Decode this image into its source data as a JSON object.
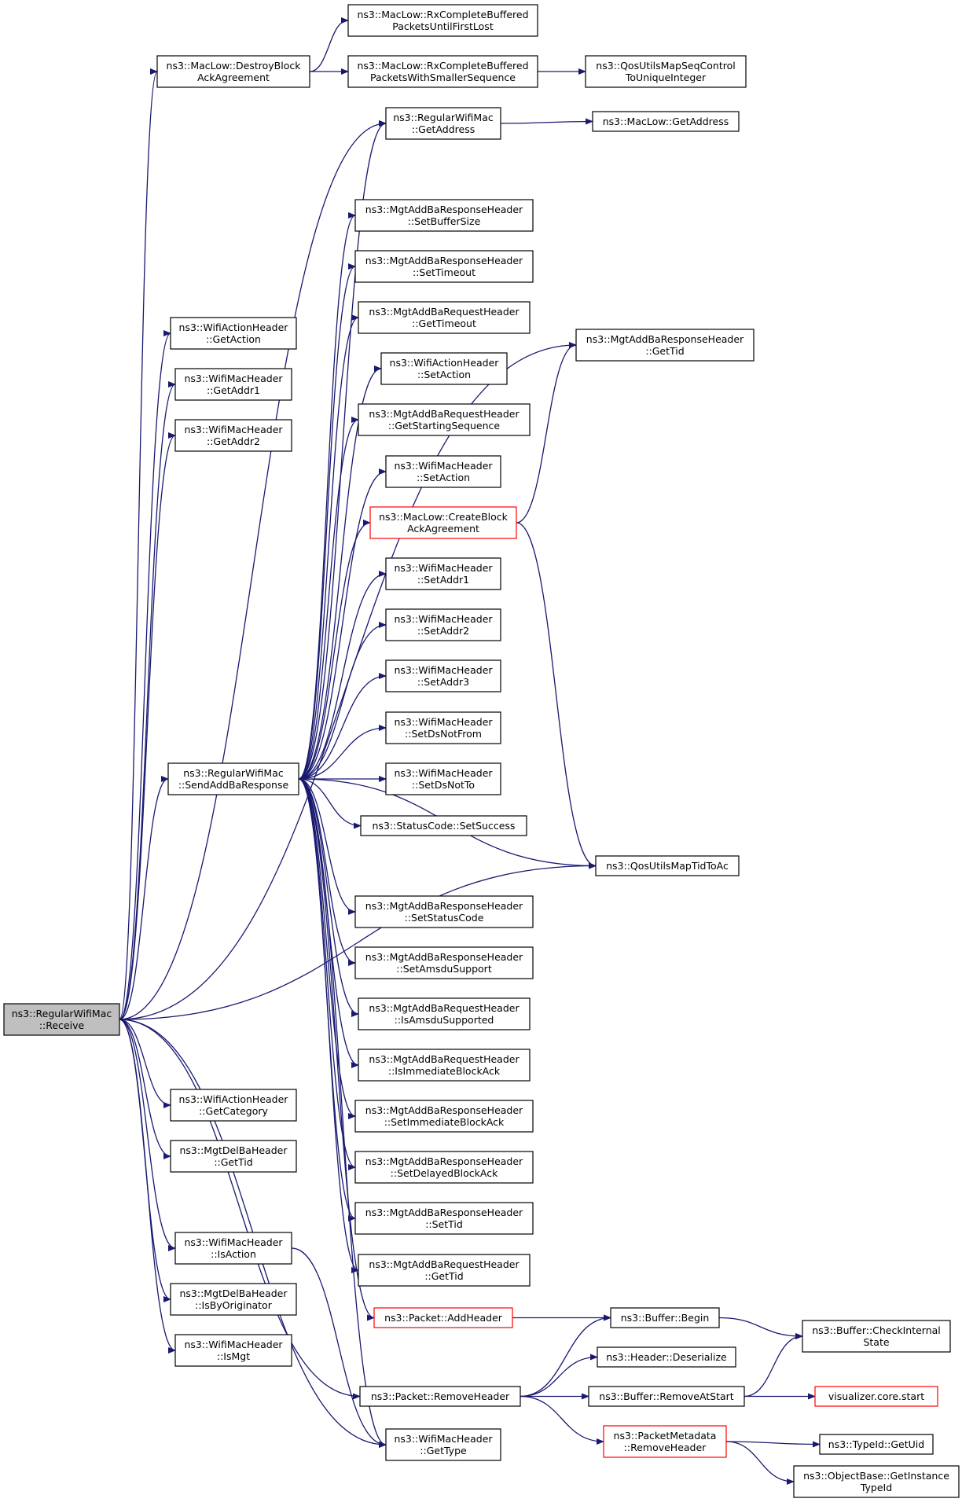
{
  "nodes": [
    {
      "id": "receive",
      "lines": [
        "ns3::RegularWifiMac",
        "::Receive"
      ],
      "style": "root"
    },
    {
      "id": "destroy",
      "lines": [
        "ns3::MacLow::DestroyBlock",
        "AckAgreement"
      ],
      "style": "normal"
    },
    {
      "id": "rxFirstLost",
      "lines": [
        "ns3::MacLow::RxCompleteBuffered",
        "PacketsUntilFirstLost"
      ],
      "style": "normal"
    },
    {
      "id": "rxSmaller",
      "lines": [
        "ns3::MacLow::RxCompleteBuffered",
        "PacketsWithSmallerSequence"
      ],
      "style": "normal"
    },
    {
      "id": "qosSeq",
      "lines": [
        "ns3::QosUtilsMapSeqControl",
        "ToUniqueInteger"
      ],
      "style": "normal"
    },
    {
      "id": "rwmGetAddress",
      "lines": [
        "ns3::RegularWifiMac",
        "::GetAddress"
      ],
      "style": "normal"
    },
    {
      "id": "macLowGetAddress",
      "lines": [
        "ns3::MacLow::GetAddress"
      ],
      "style": "normal"
    },
    {
      "id": "setBufferSize",
      "lines": [
        "ns3::MgtAddBaResponseHeader",
        "::SetBufferSize"
      ],
      "style": "normal"
    },
    {
      "id": "setTimeout",
      "lines": [
        "ns3::MgtAddBaResponseHeader",
        "::SetTimeout"
      ],
      "style": "normal"
    },
    {
      "id": "reqGetTimeout",
      "lines": [
        "ns3::MgtAddBaRequestHeader",
        "::GetTimeout"
      ],
      "style": "normal"
    },
    {
      "id": "respGetTid",
      "lines": [
        "ns3::MgtAddBaResponseHeader",
        "::GetTid"
      ],
      "style": "normal"
    },
    {
      "id": "wahGetAction",
      "lines": [
        "ns3::WifiActionHeader",
        "::GetAction"
      ],
      "style": "normal"
    },
    {
      "id": "wahSetAction",
      "lines": [
        "ns3::WifiActionHeader",
        "::SetAction"
      ],
      "style": "normal"
    },
    {
      "id": "getAddr1",
      "lines": [
        "ns3::WifiMacHeader",
        "::GetAddr1"
      ],
      "style": "normal"
    },
    {
      "id": "getStartSeq",
      "lines": [
        "ns3::MgtAddBaRequestHeader",
        "::GetStartingSequence"
      ],
      "style": "normal"
    },
    {
      "id": "getAddr2",
      "lines": [
        "ns3::WifiMacHeader",
        "::GetAddr2"
      ],
      "style": "normal"
    },
    {
      "id": "wmhSetAction",
      "lines": [
        "ns3::WifiMacHeader",
        "::SetAction"
      ],
      "style": "normal"
    },
    {
      "id": "createBlock",
      "lines": [
        "ns3::MacLow::CreateBlock",
        "AckAgreement"
      ],
      "style": "red"
    },
    {
      "id": "setAddr1",
      "lines": [
        "ns3::WifiMacHeader",
        "::SetAddr1"
      ],
      "style": "normal"
    },
    {
      "id": "setAddr2",
      "lines": [
        "ns3::WifiMacHeader",
        "::SetAddr2"
      ],
      "style": "normal"
    },
    {
      "id": "setAddr3",
      "lines": [
        "ns3::WifiMacHeader",
        "::SetAddr3"
      ],
      "style": "normal"
    },
    {
      "id": "setDsNotFrom",
      "lines": [
        "ns3::WifiMacHeader",
        "::SetDsNotFrom"
      ],
      "style": "normal"
    },
    {
      "id": "sendAddBa",
      "lines": [
        "ns3::RegularWifiMac",
        "::SendAddBaResponse"
      ],
      "style": "normal"
    },
    {
      "id": "setDsNotTo",
      "lines": [
        "ns3::WifiMacHeader",
        "::SetDsNotTo"
      ],
      "style": "normal"
    },
    {
      "id": "setSuccess",
      "lines": [
        "ns3::StatusCode::SetSuccess"
      ],
      "style": "normal"
    },
    {
      "id": "qosTidToAc",
      "lines": [
        "ns3::QosUtilsMapTidToAc"
      ],
      "style": "normal"
    },
    {
      "id": "setStatusCode",
      "lines": [
        "ns3::MgtAddBaResponseHeader",
        "::SetStatusCode"
      ],
      "style": "normal"
    },
    {
      "id": "setAmsdu",
      "lines": [
        "ns3::MgtAddBaResponseHeader",
        "::SetAmsduSupport"
      ],
      "style": "normal"
    },
    {
      "id": "isAmsdu",
      "lines": [
        "ns3::MgtAddBaRequestHeader",
        "::IsAmsduSupported"
      ],
      "style": "normal"
    },
    {
      "id": "isImmediate",
      "lines": [
        "ns3::MgtAddBaRequestHeader",
        "::IsImmediateBlockAck"
      ],
      "style": "normal"
    },
    {
      "id": "wahGetCategory",
      "lines": [
        "ns3::WifiActionHeader",
        "::GetCategory"
      ],
      "style": "normal"
    },
    {
      "id": "setImmediate",
      "lines": [
        "ns3::MgtAddBaResponseHeader",
        "::SetImmediateBlockAck"
      ],
      "style": "normal"
    },
    {
      "id": "delGetTid",
      "lines": [
        "ns3::MgtDelBaHeader",
        "::GetTid"
      ],
      "style": "normal"
    },
    {
      "id": "setDelayed",
      "lines": [
        "ns3::MgtAddBaResponseHeader",
        "::SetDelayedBlockAck"
      ],
      "style": "normal"
    },
    {
      "id": "respSetTid",
      "lines": [
        "ns3::MgtAddBaResponseHeader",
        "::SetTid"
      ],
      "style": "normal"
    },
    {
      "id": "isAction",
      "lines": [
        "ns3::WifiMacHeader",
        "::IsAction"
      ],
      "style": "normal"
    },
    {
      "id": "reqGetTid",
      "lines": [
        "ns3::MgtAddBaRequestHeader",
        "::GetTid"
      ],
      "style": "normal"
    },
    {
      "id": "isByOrig",
      "lines": [
        "ns3::MgtDelBaHeader",
        "::IsByOriginator"
      ],
      "style": "normal"
    },
    {
      "id": "addHeader",
      "lines": [
        "ns3::Packet::AddHeader"
      ],
      "style": "red"
    },
    {
      "id": "bufBegin",
      "lines": [
        "ns3::Buffer::Begin"
      ],
      "style": "normal"
    },
    {
      "id": "checkInternal",
      "lines": [
        "ns3::Buffer::CheckInternal",
        "State"
      ],
      "style": "normal"
    },
    {
      "id": "isMgt",
      "lines": [
        "ns3::WifiMacHeader",
        "::IsMgt"
      ],
      "style": "normal"
    },
    {
      "id": "hdrDeserialize",
      "lines": [
        "ns3::Header::Deserialize"
      ],
      "style": "normal"
    },
    {
      "id": "removeHeader",
      "lines": [
        "ns3::Packet::RemoveHeader"
      ],
      "style": "normal"
    },
    {
      "id": "removeAtStart",
      "lines": [
        "ns3::Buffer::RemoveAtStart"
      ],
      "style": "normal"
    },
    {
      "id": "vizStart",
      "lines": [
        "visualizer.core.start"
      ],
      "style": "red"
    },
    {
      "id": "getType",
      "lines": [
        "ns3::WifiMacHeader",
        "::GetType"
      ],
      "style": "normal"
    },
    {
      "id": "pmRemoveHeader",
      "lines": [
        "ns3::PacketMetadata",
        "::RemoveHeader"
      ],
      "style": "red"
    },
    {
      "id": "typeIdGetUid",
      "lines": [
        "ns3::TypeId::GetUid"
      ],
      "style": "normal"
    },
    {
      "id": "getInstanceTypeId",
      "lines": [
        "ns3::ObjectBase::GetInstance",
        "TypeId"
      ],
      "style": "normal"
    }
  ],
  "edges": [
    [
      "receive",
      "destroy"
    ],
    [
      "destroy",
      "rxFirstLost"
    ],
    [
      "destroy",
      "rxSmaller"
    ],
    [
      "rxSmaller",
      "qosSeq"
    ],
    [
      "rwmGetAddress",
      "macLowGetAddress"
    ],
    [
      "receive",
      "wahGetAction"
    ],
    [
      "receive",
      "getAddr1"
    ],
    [
      "receive",
      "getAddr2"
    ],
    [
      "receive",
      "rwmGetAddress"
    ],
    [
      "receive",
      "respGetTid"
    ],
    [
      "receive",
      "sendAddBa"
    ],
    [
      "receive",
      "wahGetCategory"
    ],
    [
      "receive",
      "delGetTid"
    ],
    [
      "receive",
      "isAction"
    ],
    [
      "receive",
      "isByOrig"
    ],
    [
      "receive",
      "isMgt"
    ],
    [
      "receive",
      "qosTidToAc"
    ],
    [
      "receive",
      "removeHeader"
    ],
    [
      "receive",
      "getType"
    ],
    [
      "sendAddBa",
      "rwmGetAddress"
    ],
    [
      "sendAddBa",
      "setBufferSize"
    ],
    [
      "sendAddBa",
      "setTimeout"
    ],
    [
      "sendAddBa",
      "reqGetTimeout"
    ],
    [
      "sendAddBa",
      "wahSetAction"
    ],
    [
      "sendAddBa",
      "getStartSeq"
    ],
    [
      "sendAddBa",
      "wmhSetAction"
    ],
    [
      "sendAddBa",
      "createBlock"
    ],
    [
      "sendAddBa",
      "setAddr1"
    ],
    [
      "sendAddBa",
      "setAddr2"
    ],
    [
      "sendAddBa",
      "setAddr3"
    ],
    [
      "sendAddBa",
      "setDsNotFrom"
    ],
    [
      "sendAddBa",
      "setDsNotTo"
    ],
    [
      "sendAddBa",
      "setSuccess"
    ],
    [
      "sendAddBa",
      "qosTidToAc"
    ],
    [
      "sendAddBa",
      "setStatusCode"
    ],
    [
      "sendAddBa",
      "setAmsdu"
    ],
    [
      "sendAddBa",
      "isAmsdu"
    ],
    [
      "sendAddBa",
      "isImmediate"
    ],
    [
      "sendAddBa",
      "setImmediate"
    ],
    [
      "sendAddBa",
      "setDelayed"
    ],
    [
      "sendAddBa",
      "respSetTid"
    ],
    [
      "sendAddBa",
      "reqGetTid"
    ],
    [
      "sendAddBa",
      "addHeader"
    ],
    [
      "sendAddBa",
      "getType"
    ],
    [
      "createBlock",
      "respGetTid"
    ],
    [
      "createBlock",
      "qosTidToAc"
    ],
    [
      "isAction",
      "getType"
    ],
    [
      "addHeader",
      "bufBegin"
    ],
    [
      "bufBegin",
      "checkInternal"
    ],
    [
      "removeHeader",
      "bufBegin"
    ],
    [
      "removeHeader",
      "hdrDeserialize"
    ],
    [
      "removeHeader",
      "removeAtStart"
    ],
    [
      "removeHeader",
      "pmRemoveHeader"
    ],
    [
      "removeAtStart",
      "checkInternal"
    ],
    [
      "removeAtStart",
      "vizStart"
    ],
    [
      "pmRemoveHeader",
      "typeIdGetUid"
    ],
    [
      "pmRemoveHeader",
      "getInstanceTypeId"
    ]
  ]
}
